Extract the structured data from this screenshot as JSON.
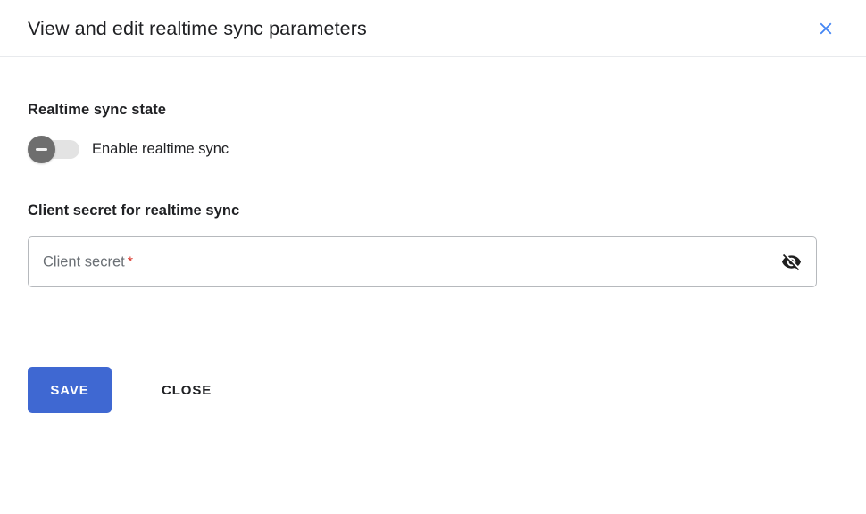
{
  "dialog": {
    "title": "View and edit realtime sync parameters",
    "close_icon": "close-x-icon"
  },
  "sections": {
    "state": {
      "label": "Realtime sync state",
      "toggle": {
        "label": "Enable realtime sync",
        "checked": false,
        "thumb_icon": "minus-dash-icon"
      }
    },
    "secret": {
      "label": "Client secret for realtime sync",
      "field": {
        "placeholder": "Client secret",
        "required_marker": "*",
        "value": "",
        "visibility_icon": "eye-off-icon",
        "masked": true
      }
    }
  },
  "actions": {
    "save_label": "SAVE",
    "close_label": "CLOSE"
  },
  "colors": {
    "accent_blue": "#3f68d2",
    "close_icon_blue": "#4285f4",
    "required_red": "#d93025",
    "toggle_thumb_gray": "#6e6e6e",
    "toggle_track_gray": "#e3e3e3",
    "field_border_gray": "#b6b9bd",
    "divider_gray": "#e8eaed",
    "text_primary": "#202124",
    "placeholder_gray": "#6b7075"
  }
}
